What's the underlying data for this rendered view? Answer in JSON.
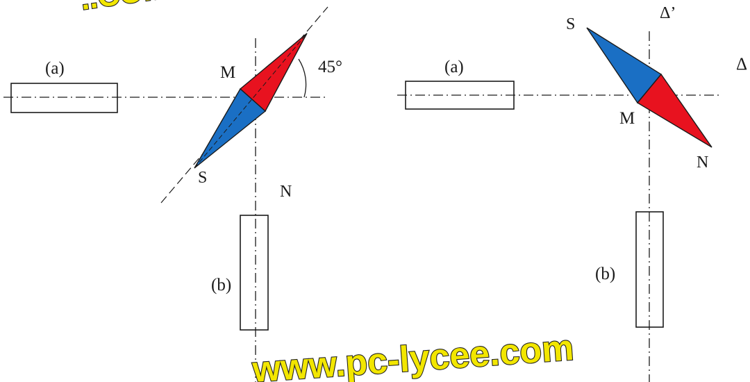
{
  "watermark_top": "..COM!!",
  "watermark_bottom": "www.pc-lycee.com",
  "colors": {
    "north": "#e8121f",
    "south": "#1a6fc4",
    "watermark": "#f2e600",
    "line": "#1a1a1a"
  },
  "left_figure": {
    "magnet_a_label": "(a)",
    "magnet_b_label": "(b)",
    "point_label": "M",
    "south_label": "S",
    "north_label": "N",
    "angle_label": "45°"
  },
  "right_figure": {
    "magnet_a_label": "(a)",
    "magnet_b_label": "(b)",
    "point_label": "M",
    "south_label": "S",
    "north_label": "N",
    "axis_vertical_label": "Δ’",
    "axis_horizontal_label": "Δ"
  }
}
